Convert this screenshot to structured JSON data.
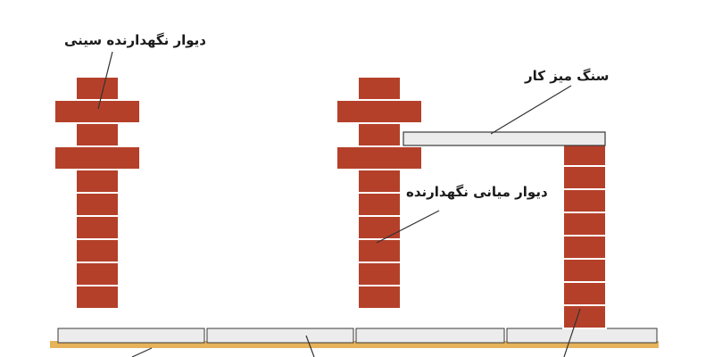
{
  "labels": {
    "chest_wall": "دیوار نگهدارنده سینی",
    "countertop_stone": "سنگ میز کار",
    "middle_wall": "دیوار میانی نگهدارنده"
  },
  "colors": {
    "brick_fill": "#b5402a",
    "brick_edge": "#ffffff",
    "slab_fill": "#ececec",
    "slab_edge": "#3a3a3a",
    "floor_strip": "#e6b25a",
    "leader": "#333333"
  }
}
